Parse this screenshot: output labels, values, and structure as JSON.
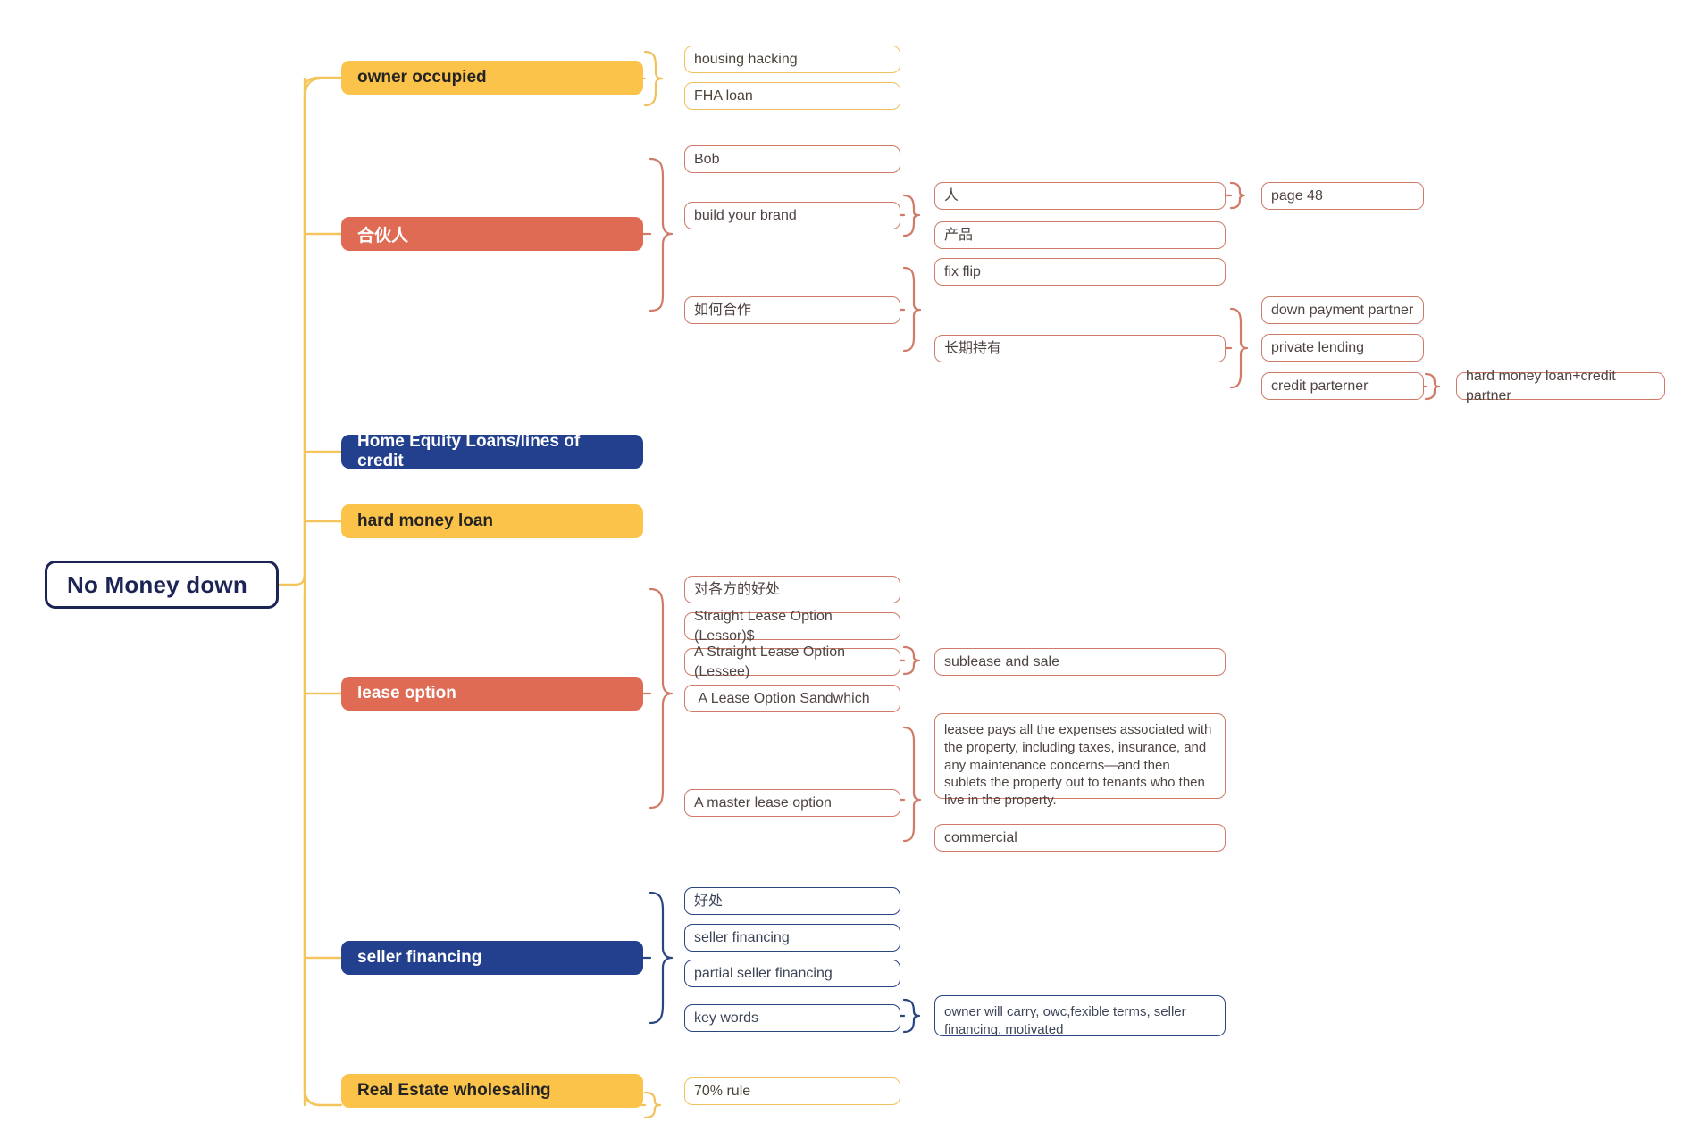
{
  "diagram": {
    "type": "mind-map",
    "title": "No Money down",
    "palette": {
      "yellow": "#fbc34a",
      "yellow_border": "#f0c25c",
      "red": "#e06b55",
      "red_border": "#cf7b68",
      "navy": "#23408e",
      "navy_border": "#2b4580",
      "root_border": "#1b2455",
      "background": "#ffffff"
    },
    "root": {
      "label": "No Money down"
    },
    "branches": [
      {
        "label": "owner occupied",
        "color": "yellow",
        "children": [
          {
            "label": "housing hacking"
          },
          {
            "label": "FHA loan"
          }
        ]
      },
      {
        "label": "合伙人",
        "color": "red",
        "children": [
          {
            "label": "Bob"
          },
          {
            "label": "build your brand",
            "children": [
              {
                "label": "人",
                "children": [
                  {
                    "label": "page 48"
                  }
                ]
              },
              {
                "label": "产品"
              }
            ]
          },
          {
            "label": "如何合作",
            "children": [
              {
                "label": "fix flip"
              },
              {
                "label": "长期持有",
                "children": [
                  {
                    "label": "down payment partner"
                  },
                  {
                    "label": "private lending"
                  },
                  {
                    "label": "credit parterner",
                    "children": [
                      {
                        "label": "hard money loan+credit partner"
                      }
                    ]
                  }
                ]
              }
            ]
          }
        ]
      },
      {
        "label": "Home Equity Loans/lines of credit",
        "color": "navy",
        "children": []
      },
      {
        "label": "hard money loan",
        "color": "yellow",
        "children": []
      },
      {
        "label": "lease option",
        "color": "red",
        "children": [
          {
            "label": "对各方的好处"
          },
          {
            "label": "Straight Lease Option (Lessor)$"
          },
          {
            "label": "A Straight Lease Option (Lessee)",
            "children": [
              {
                "label": "sublease and sale"
              }
            ]
          },
          {
            "label": " A Lease Option Sandwhich"
          },
          {
            "label": "A master lease option",
            "children": [
              {
                "label": "leasee pays all the expenses associated with the property, including taxes, insurance, and any maintenance concerns—and then sublets the property out to tenants who then live in the property."
              },
              {
                "label": "commercial"
              }
            ]
          }
        ]
      },
      {
        "label": "seller financing",
        "color": "navy",
        "children": [
          {
            "label": "好处"
          },
          {
            "label": "seller financing"
          },
          {
            "label": "partial seller financing"
          },
          {
            "label": "key words",
            "children": [
              {
                "label": "owner will carry, owc,fexible terms, seller financing, motivated"
              }
            ]
          }
        ]
      },
      {
        "label": "Real Estate wholesaling",
        "color": "yellow",
        "children": [
          {
            "label": "70% rule"
          }
        ]
      }
    ]
  }
}
